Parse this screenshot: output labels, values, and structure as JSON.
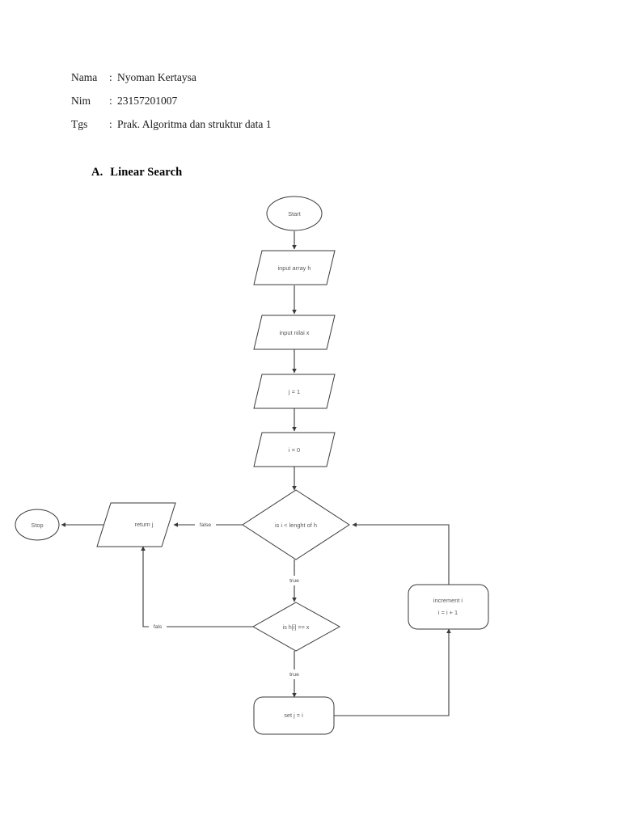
{
  "document": {
    "header_rows": [
      {
        "label": "Nama",
        "separator": ":",
        "value": "Nyoman Kertaysa"
      },
      {
        "label": "Nim",
        "separator": ":",
        "value": "23157201007"
      },
      {
        "label": "Tgs",
        "separator": ":",
        "value": "Prak. Algoritma dan struktur data 1"
      }
    ],
    "section": {
      "letter": "A.",
      "title": "Linear Search"
    }
  },
  "flowchart": {
    "nodes": {
      "start": "Start",
      "input_array": "input array h",
      "input_value": "input nilai x",
      "init_j": "j = 1",
      "init_i": "i = 0",
      "loop_condition": "is i < lenght of h",
      "return_j": "return j",
      "stop": "Stop",
      "compare_condition": "is h[i] == x",
      "increment_line1": "increment i",
      "increment_line2": "i = i + 1",
      "set_j": "set j = i"
    },
    "edge_labels": {
      "loop_false": "false",
      "loop_true": "true",
      "compare_false": "fals",
      "compare_true": "true"
    },
    "colors": {
      "stroke": "#3a3a3a",
      "node_text": "#5a5a5a",
      "edge_text": "#4a4a4a",
      "fill": "#ffffff"
    }
  }
}
